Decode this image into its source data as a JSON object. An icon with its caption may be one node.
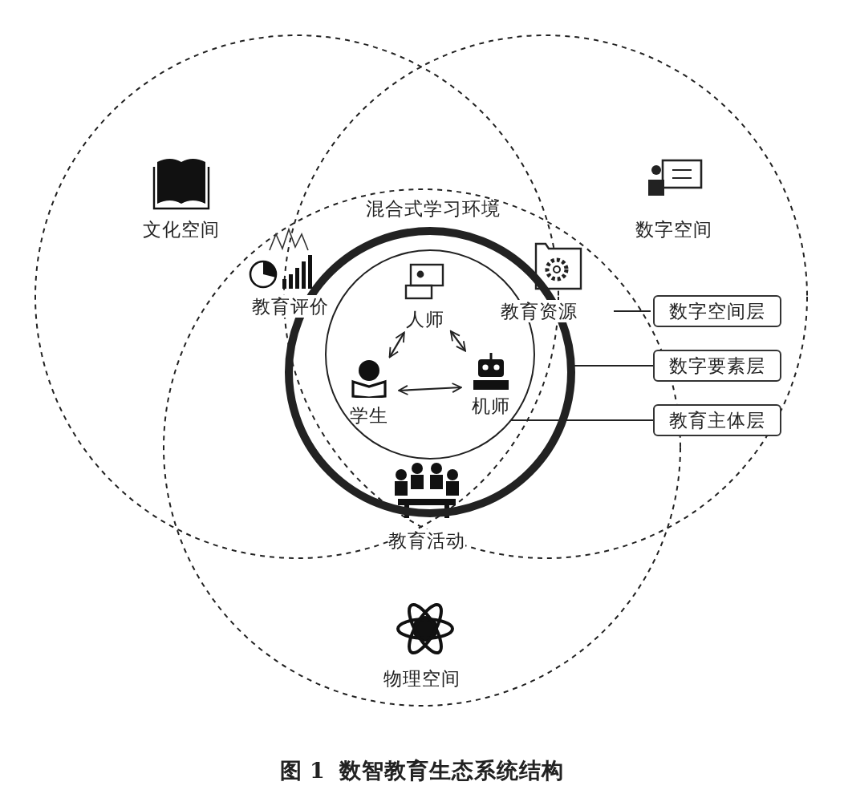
{
  "diagram": {
    "caption": "图 1  数智教育生态系统结构",
    "nodes": [
      {
        "text": [
          "混合式学习环境"
        ]
      },
      {
        "text": [],
        "shape": "circle",
        "in": 0
      },
      {
        "text": [
          "人师"
        ],
        "in": 1
      },
      {
        "text": [
          "学生"
        ],
        "in": 1
      },
      {
        "text": [
          "机师"
        ],
        "in": 1
      },
      {
        "text": [
          "数字空间层"
        ]
      },
      {
        "text": [
          "数字要素层"
        ]
      },
      {
        "text": [
          "教育主体层"
        ]
      },
      {
        "text": [
          "教育资源"
        ]
      }
    ],
    "edges": [
      {
        "from": 2,
        "to": 3,
        "arrow": "both"
      },
      {
        "from": 2,
        "to": 4,
        "arrow": "both"
      },
      {
        "from": 3,
        "to": 4,
        "arrow": "both"
      },
      {
        "from": 5,
        "to": 8,
        "arrow": "none"
      },
      {
        "from": 6,
        "to": 0,
        "arrow": "none"
      },
      {
        "from": 7,
        "to": 1,
        "arrow": "none"
      }
    ],
    "labels": [
      "文化空间",
      "数字空间",
      "教育评价",
      "教育活动",
      "物理空间"
    ]
  }
}
